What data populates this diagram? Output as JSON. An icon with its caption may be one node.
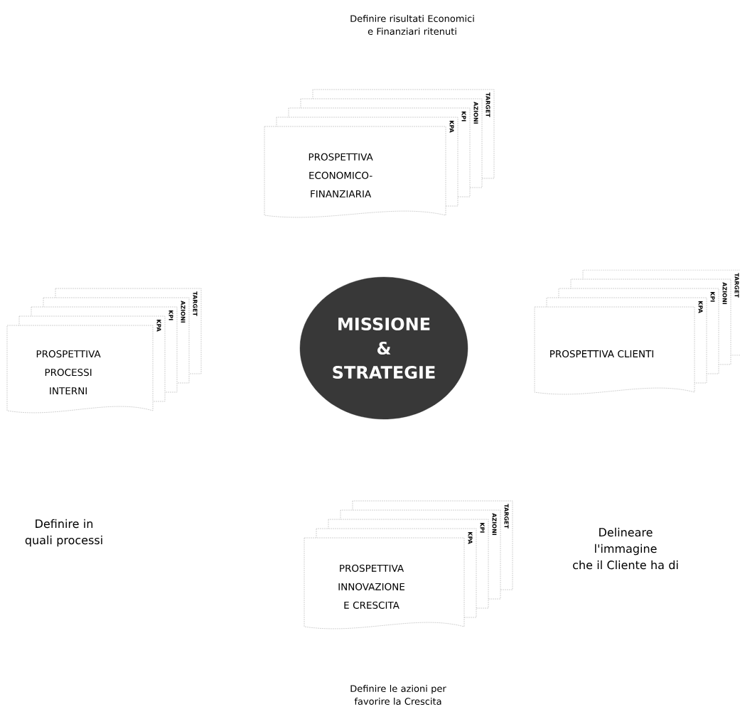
{
  "diagram": {
    "nodes": [
      {
        "text": [
          "PROSPETTIVA ECONOMICO-FINANZIARIA"
        ]
      },
      {
        "text": [
          "PROSPETTIVA PROCESSI INTERNI"
        ]
      },
      {
        "text": [
          "MISSIONE & STRATEGIE"
        ]
      },
      {
        "text": [
          "PROSPETTIVA CLIENTI"
        ]
      },
      {
        "text": [
          "PROSPETTIVA INNOVAZIONE E CRESCITA"
        ]
      }
    ],
    "labels": [
      "Definire risultati Economici e Finanziari ritenuti",
      "TARGET",
      "AZIONI",
      "KPI",
      "KPA",
      "TARGET",
      "AZIONI",
      "KPI",
      "KPA",
      "TARGET",
      "AZIONI",
      "KPI",
      "KPA",
      "Definire in quali processi",
      "Delineare l'immagine che il Cliente ha di",
      "TARGET",
      "AZIONI",
      "KPI",
      "KPA",
      "Definire le azioni per favorire la Crescita"
    ]
  }
}
